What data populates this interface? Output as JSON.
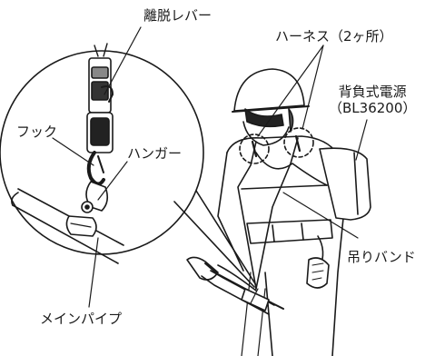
{
  "labels": {
    "release_lever": "離脱レバー",
    "harness": "ハーネス（2ヶ所）",
    "power_line1": "背負式電源",
    "power_line2": "（BL36200）",
    "hook": "フック",
    "hanger": "ハンガー",
    "strap": "吊りバンド",
    "main_pipe": "メインパイプ"
  }
}
